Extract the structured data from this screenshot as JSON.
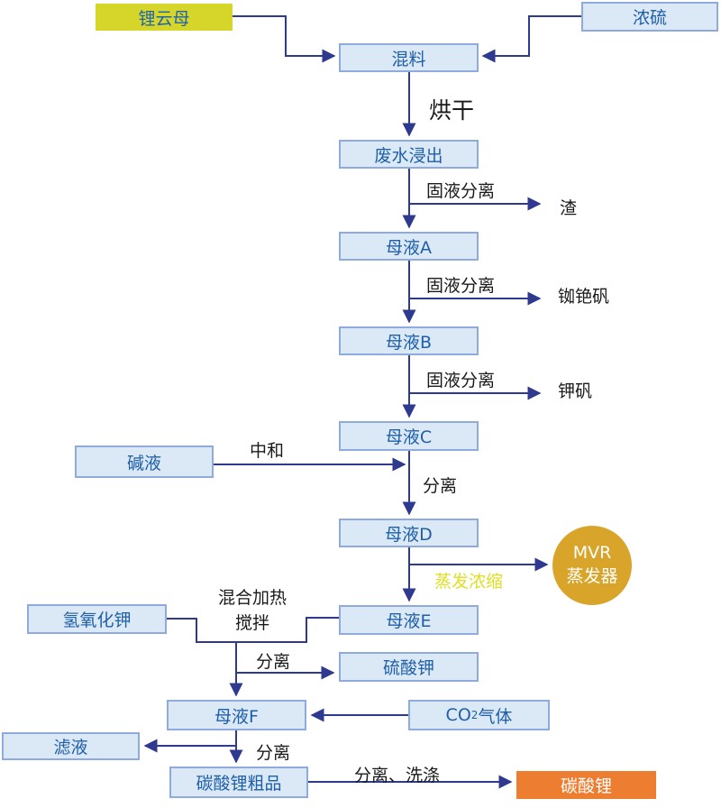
{
  "nodes": {
    "lepidolite": {
      "label": "锂云母"
    },
    "conc_sulfuric": {
      "label": "浓硫"
    },
    "mixing": {
      "label": "混料"
    },
    "waste_water_leaching": {
      "label": "废水浸出"
    },
    "mother_liquor_a": {
      "label": "母液A"
    },
    "mother_liquor_b": {
      "label": "母液B"
    },
    "mother_liquor_c": {
      "label": "母液C"
    },
    "alkali_liquor": {
      "label": "碱液"
    },
    "mother_liquor_d": {
      "label": "母液D"
    },
    "mvr_evaporator": {
      "line1": "MVR",
      "line2": "蒸发器"
    },
    "potassium_hydroxide": {
      "label": "氢氧化钾"
    },
    "mother_liquor_e": {
      "label": "母液E"
    },
    "potassium_sulfate": {
      "label": "硫酸钾"
    },
    "mother_liquor_f": {
      "label": "母液F"
    },
    "co2_gas": {
      "prefix": "CO",
      "sub": "2",
      "suffix": "气体"
    },
    "filtrate": {
      "label": "滤液"
    },
    "crude_lithium_carbonate": {
      "label": "碳酸锂粗品"
    },
    "lithium_carbonate": {
      "label": "碳酸锂"
    }
  },
  "edge_labels": {
    "drying": "烘干",
    "solid_liquid_sep_1": "固液分离",
    "slag": "渣",
    "solid_liquid_sep_2": "固液分离",
    "rb_cs_alum": "铷铯矾",
    "solid_liquid_sep_3": "固液分离",
    "potassium_alum": "钾矾",
    "neutralization": "中和",
    "separation_cd": "分离",
    "evaporation_concentration": "蒸发浓缩",
    "mix_heat_line1": "混合加热",
    "mix_heat_line2": "搅拌",
    "separation_k2so4": "分离",
    "separation_crude": "分离",
    "separation_washing": "分离、洗涤"
  },
  "colors": {
    "box_fill": "#dbe9f6",
    "box_border": "#8faadc",
    "box_text": "#1f5fa9",
    "connector_line": "#2e3a8f",
    "label_text": "#1a1a1a",
    "lepidolite_fill": "#d6d62a",
    "evaporation_label_text": "#dfdf21",
    "mvr_circle_fill": "#d9a42a",
    "product_fill": "#ed7d31",
    "product_text": "#ffffff"
  }
}
